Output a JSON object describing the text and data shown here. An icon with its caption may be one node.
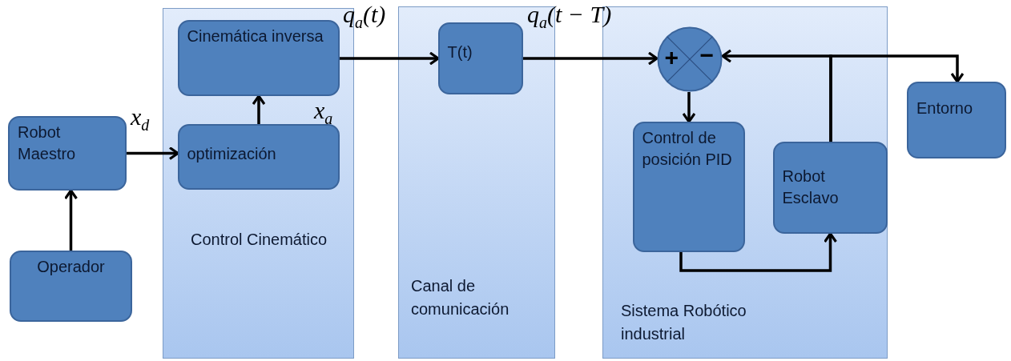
{
  "diagram": {
    "nodes": [
      {
        "text": [
          "Robot Maestro"
        ]
      },
      {
        "text": [
          "Operador"
        ]
      },
      {
        "text": [
          "Control Cinemático"
        ]
      },
      {
        "text": [
          "Cinemática inversa"
        ],
        "in": 2
      },
      {
        "text": [
          "optimización"
        ],
        "in": 2
      },
      {
        "text": [
          "Canal de comunicación"
        ]
      },
      {
        "text": [
          "T(t)"
        ],
        "in": 5
      },
      {
        "text": [
          "Sistema Robótico industrial"
        ]
      },
      {
        "text": [
          "+",
          "−"
        ],
        "in": 7
      },
      {
        "text": [
          "Control de posición PID"
        ],
        "in": 7
      },
      {
        "text": [
          "Robot Esclavo"
        ],
        "in": 7
      },
      {
        "text": [
          "Entorno"
        ]
      }
    ],
    "edges": [
      {
        "from": 1,
        "to": 0,
        "arrow": "to"
      },
      {
        "from": 0,
        "to": 4,
        "arrow": "to",
        "label": "x$_{d}$"
      },
      {
        "from": 4,
        "to": 3,
        "arrow": "to",
        "label": "x$_{a}$"
      },
      {
        "from": 3,
        "to": 6,
        "arrow": "to",
        "label": "q$_{a}$(t)"
      },
      {
        "from": 6,
        "to": 8,
        "arrow": "to",
        "label": "q$_{a}$(t − T)"
      },
      {
        "from": 8,
        "to": 9,
        "arrow": "to"
      },
      {
        "from": 9,
        "to": 10,
        "arrow": "to"
      },
      {
        "from": 10,
        "to": 8,
        "arrow": "to"
      },
      {
        "from": 10,
        "to": 11,
        "arrow": "to"
      }
    ]
  }
}
